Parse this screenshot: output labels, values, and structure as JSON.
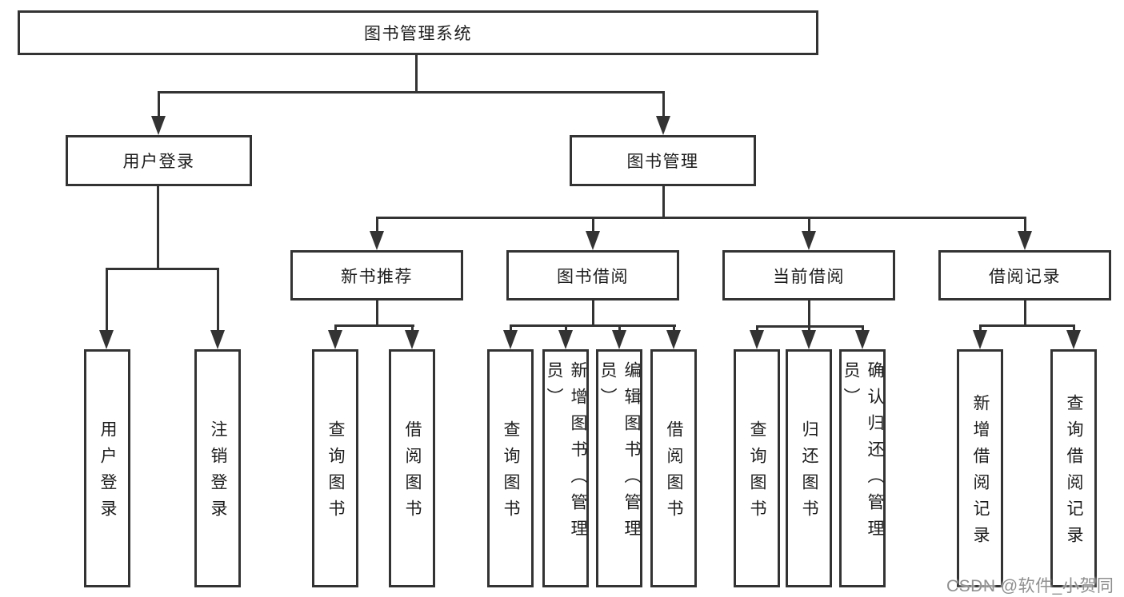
{
  "diagram_title": "图书管理系统",
  "watermark": "CSDN @软件_小贺同学",
  "colors": {
    "background": "#ffffff",
    "line": "#333333",
    "box_border": "#333333",
    "text": "#1c1c1c",
    "watermark_text": "#8f8f8f"
  },
  "labels": {
    "root": "图书管理系统",
    "user_login": "用户登录",
    "book_mgmt": "图书管理",
    "new_book_rec": "新书推荐",
    "book_borrow": "图书借阅",
    "current_borrow": "当前借阅",
    "borrow_record": "借阅记录",
    "leaf_user_login": "用户登录",
    "leaf_logout": "注销登录",
    "leaf_nbr_query": "查询图书",
    "leaf_nbr_borrow": "借阅图书",
    "leaf_bb_query": "查询图书",
    "leaf_bb_add": "新增图书（管理员）",
    "leaf_bb_edit": "编辑图书（管理员）",
    "leaf_bb_borrow": "借阅图书",
    "leaf_cb_query": "查询图书",
    "leaf_cb_return": "归还图书",
    "leaf_cb_confirm": "确认归还（管理员）",
    "leaf_br_add": "新增借阅记录",
    "leaf_br_query": "查询借阅记录"
  },
  "hierarchy": {
    "label": "图书管理系统",
    "children": [
      {
        "label": "用户登录",
        "children": [
          "用户登录",
          "注销登录"
        ]
      },
      {
        "label": "图书管理",
        "children": [
          {
            "label": "新书推荐",
            "children": [
              "查询图书",
              "借阅图书"
            ]
          },
          {
            "label": "图书借阅",
            "children": [
              "查询图书",
              "新增图书（管理员）",
              "编辑图书（管理员）",
              "借阅图书"
            ]
          },
          {
            "label": "当前借阅",
            "children": [
              "查询图书",
              "归还图书",
              "确认归还（管理员）"
            ]
          },
          {
            "label": "借阅记录",
            "children": [
              "新增借阅记录",
              "查询借阅记录"
            ]
          }
        ]
      }
    ]
  }
}
